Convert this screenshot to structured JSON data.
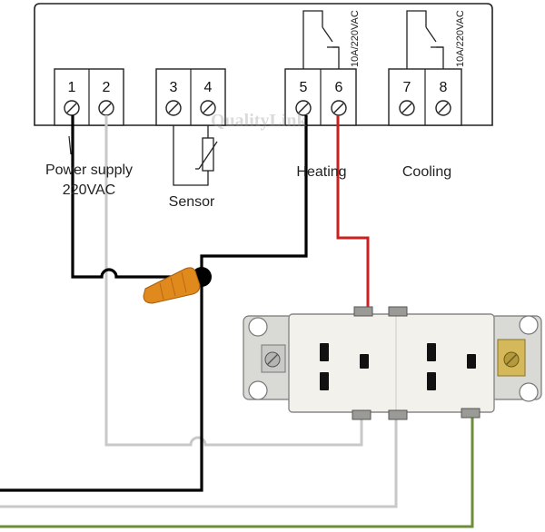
{
  "terminals": [
    "1",
    "2",
    "3",
    "4",
    "5",
    "6",
    "7",
    "8"
  ],
  "labels": {
    "power_supply_line1": "Power supply",
    "power_supply_line2": "220VAC",
    "sensor": "Sensor",
    "heating": "Heating",
    "cooling": "Cooling"
  },
  "relay_ratings": {
    "heating": "10A/220VAC",
    "cooling": "10A/220VAC"
  },
  "watermark": "QualityLink",
  "colors": {
    "hot_wire": "#000000",
    "neutral_wire": "#c8c8c8",
    "switched_wire": "#cc1f1f",
    "ground_wire": "#6e8c3a",
    "wire_nut": "#e08a1e",
    "receptacle": "#f3f1ec"
  }
}
